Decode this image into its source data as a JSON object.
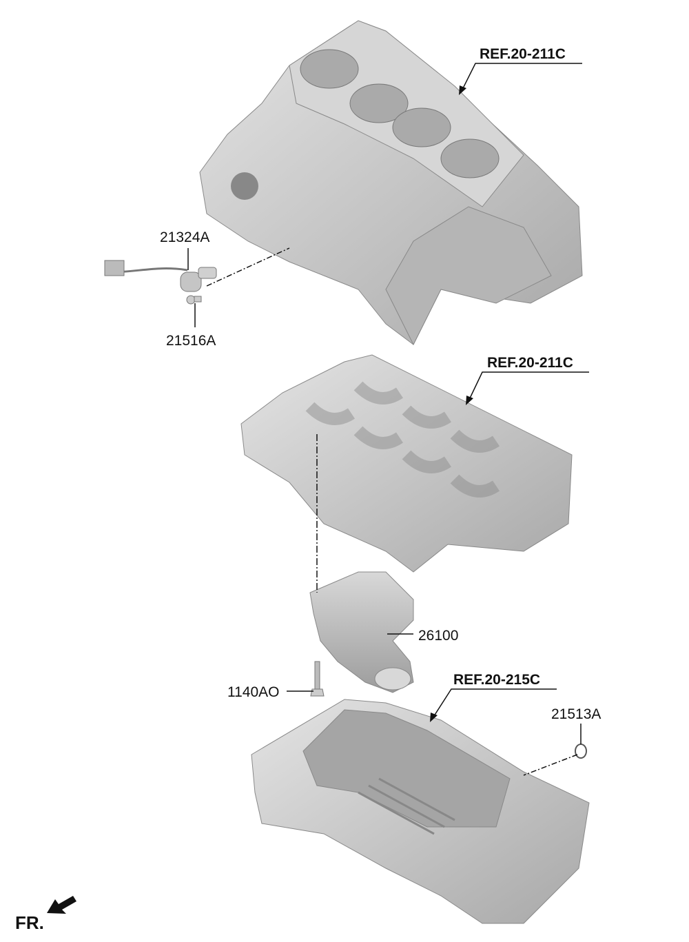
{
  "diagram": {
    "labels": {
      "ref_block": "REF.20-211C",
      "ref_ladder": "REF.20-211C",
      "ref_pan": "REF.20-215C",
      "solenoid": "21324A",
      "solenoid_bolt": "21516A",
      "oil_pump": "26100",
      "pump_bolt": "1140AO",
      "drain_gasket": "21513A",
      "front": "FR."
    },
    "colors": {
      "part_fill": "#c9c9c9",
      "part_dark": "#9a9a9a",
      "part_light": "#e2e2e2",
      "line": "#111111"
    }
  }
}
